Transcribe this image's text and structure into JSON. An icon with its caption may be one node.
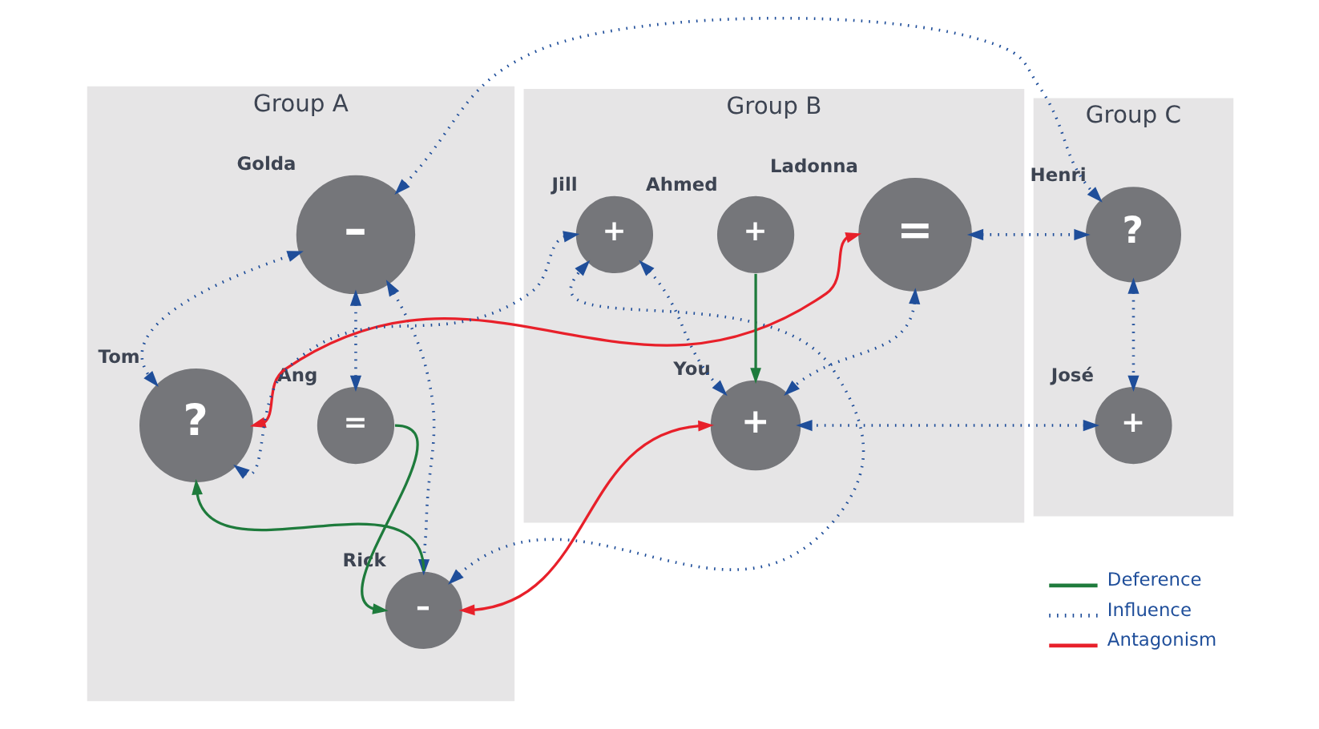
{
  "diagram": {
    "nodes": [
      {
        "text": [
          "Group A"
        ]
      },
      {
        "text": [
          "Golda",
          "–"
        ],
        "in": 0
      },
      {
        "text": [
          "Tom",
          "?"
        ],
        "in": 0
      },
      {
        "text": [
          "Ang",
          "="
        ],
        "in": 0
      },
      {
        "text": [
          "Rick",
          "–"
        ],
        "in": 0
      },
      {
        "text": [
          "Group B"
        ]
      },
      {
        "text": [
          "Ladonna",
          "="
        ],
        "in": 5
      },
      {
        "text": [
          "Ahmed",
          "+"
        ],
        "in": 5
      },
      {
        "text": [
          "Jill",
          "+"
        ],
        "in": 5
      },
      {
        "text": [
          "You",
          "+"
        ],
        "in": 5
      },
      {
        "text": [
          "Group C"
        ]
      },
      {
        "text": [
          "Henri",
          "?"
        ],
        "in": 10
      },
      {
        "text": [
          "José",
          "+"
        ],
        "in": 10
      }
    ],
    "edges": [
      {
        "from": 1,
        "to": 11,
        "arrow": "both",
        "style": "dashed"
      },
      {
        "from": 1,
        "to": 2,
        "arrow": "both",
        "style": "dashed"
      },
      {
        "from": 1,
        "to": 3,
        "arrow": "both",
        "style": "dashed"
      },
      {
        "from": 1,
        "to": 4,
        "arrow": "both",
        "style": "dashed"
      },
      {
        "from": 2,
        "to": 6,
        "arrow": "both",
        "color": "#e8202a"
      },
      {
        "from": 2,
        "to": 8,
        "arrow": "both",
        "style": "dashed"
      },
      {
        "from": 3,
        "to": 4,
        "arrow": "to",
        "color": "#1e7b3c"
      },
      {
        "from": 4,
        "to": 2,
        "arrow": "to",
        "color": "#1e7b3c"
      },
      {
        "from": 4,
        "to": 8,
        "arrow": "both",
        "style": "dashed"
      },
      {
        "from": 4,
        "to": 9,
        "arrow": "both",
        "color": "#e8202a"
      },
      {
        "from": 6,
        "to": 11,
        "arrow": "both",
        "style": "dashed"
      },
      {
        "from": 6,
        "to": 9,
        "arrow": "both",
        "style": "dashed"
      },
      {
        "from": 7,
        "to": 9,
        "arrow": "to",
        "color": "#1e7b3c"
      },
      {
        "from": 8,
        "to": 9,
        "arrow": "both",
        "style": "dashed"
      },
      {
        "from": 11,
        "to": 12,
        "arrow": "both",
        "style": "dashed"
      },
      {
        "from": 12,
        "to": 9,
        "arrow": "both",
        "style": "dashed"
      }
    ],
    "legend": [
      {
        "text": "Deference"
      },
      {
        "text": "Influence"
      },
      {
        "text": "Antagonism"
      }
    ]
  }
}
